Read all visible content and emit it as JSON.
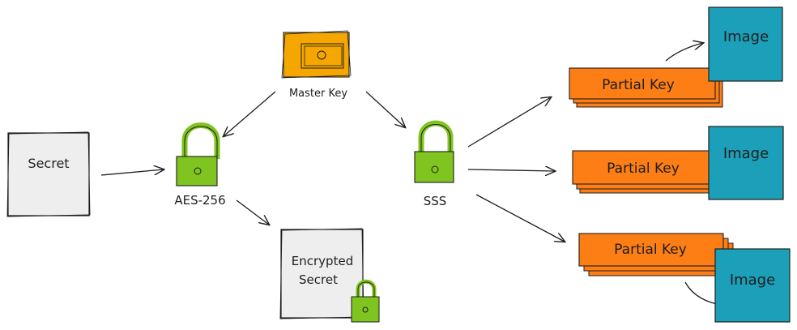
{
  "colors": {
    "stroke": "#1e1e1e",
    "lock_green": "#7fc41f",
    "partial_key": "#fd7e14",
    "image_box": "#1c9fb8",
    "master_key": "#f5a700",
    "secret_box": "#eeeeee"
  },
  "nodes": {
    "secret": "Secret",
    "aes": "AES-256",
    "master_key": "Master Key",
    "sss": "SSS",
    "encrypted_line1": "Encrypted",
    "encrypted_line2": "Secret"
  },
  "partial_keys": [
    {
      "label": "Partial Key",
      "image": "Image"
    },
    {
      "label": "Partial Key",
      "image": "Image"
    },
    {
      "label": "Partial Key",
      "image": "Image"
    }
  ],
  "icons": {
    "lock": "padlock-icon",
    "master_key": "key-card-icon"
  }
}
